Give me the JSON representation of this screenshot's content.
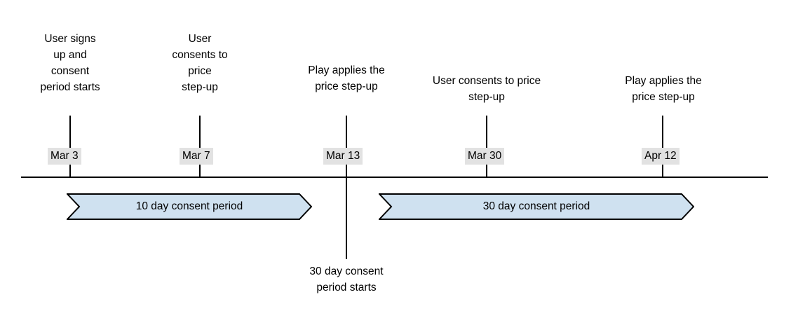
{
  "diagram": {
    "type": "timeline",
    "axis": {
      "color": "#000000"
    },
    "accent_fill": "#cfe1f0",
    "accent_stroke": "#000000",
    "chip_background": "#e2e2e2",
    "events": [
      {
        "date": "Mar 3",
        "description": "User signs\nup and\nconsent\nperiod starts",
        "position": "above"
      },
      {
        "date": "Mar 7",
        "description": "User\nconsents to\nprice\nstep-up",
        "position": "above"
      },
      {
        "date": "Mar 13",
        "description": "Play applies the\nprice step-up",
        "position": "above",
        "below_description": "30 day consent\nperiod starts"
      },
      {
        "date": "Mar 30",
        "description": "User consents to price\nstep-up",
        "position": "above"
      },
      {
        "date": "Apr 12",
        "description": "Play applies the\nprice step-up",
        "position": "above"
      }
    ],
    "periods": [
      {
        "label": "10 day consent period",
        "start_date": "Mar 3",
        "end_date": "Mar 13",
        "days": 10
      },
      {
        "label": "30 day consent period",
        "start_date": "Mar 13",
        "end_date": "Apr 12",
        "days": 30
      }
    ]
  }
}
